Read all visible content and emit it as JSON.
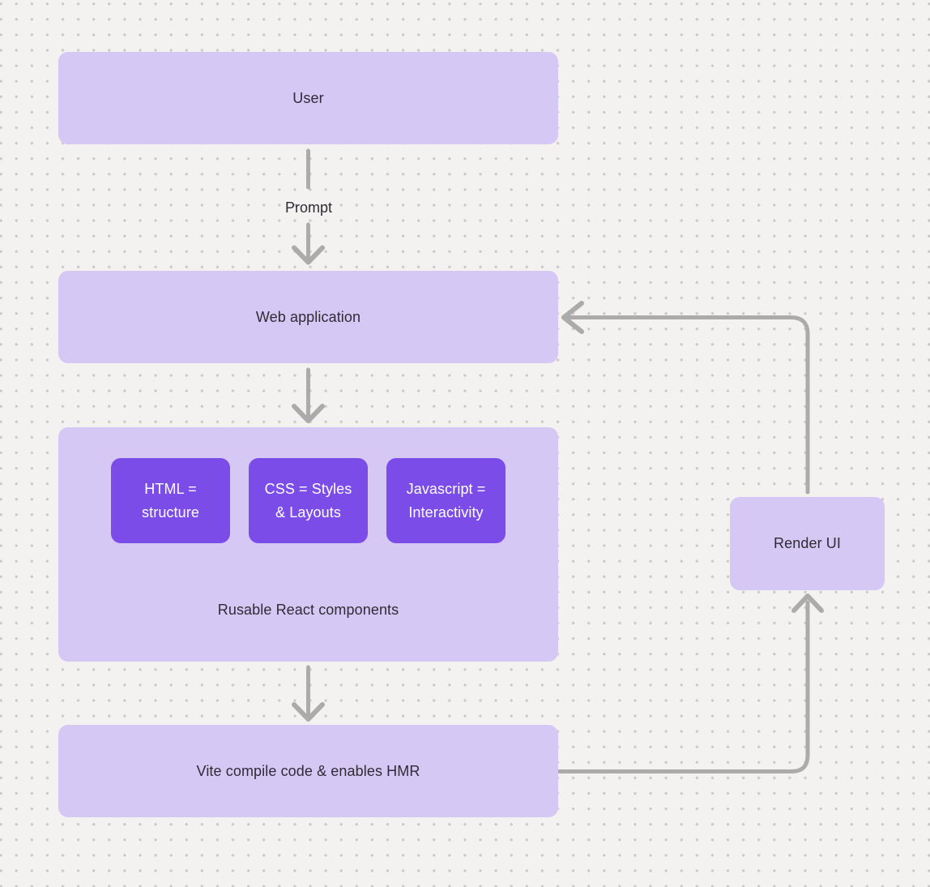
{
  "diagram": {
    "nodes": {
      "user": {
        "label": "User"
      },
      "web_application": {
        "label": "Web application"
      },
      "components_group": {
        "caption": "Rusable React components",
        "children": [
          {
            "line1": "HTML =",
            "line2": "structure"
          },
          {
            "line1": "CSS = Styles",
            "line2": "& Layouts"
          },
          {
            "line1": "Javascript =",
            "line2": "Interactivity"
          }
        ]
      },
      "vite": {
        "label": "Vite compile code & enables HMR"
      },
      "render_ui": {
        "label": "Render UI"
      }
    },
    "edges": [
      {
        "from": "user",
        "to": "web_application",
        "label": "Prompt"
      },
      {
        "from": "web_application",
        "to": "components_group",
        "label": ""
      },
      {
        "from": "components_group",
        "to": "vite",
        "label": ""
      },
      {
        "from": "vite",
        "to": "render_ui",
        "label": ""
      },
      {
        "from": "render_ui",
        "to": "web_application",
        "label": ""
      }
    ],
    "colors": {
      "background": "#f3f2f0",
      "dot_grid": "#cbc9c7",
      "node_fill": "#d6c8f4",
      "inner_node_fill": "#7c4ce9",
      "inner_node_text": "#ffffff",
      "node_text": "#2e2c35",
      "arrow": "#ababab"
    }
  }
}
